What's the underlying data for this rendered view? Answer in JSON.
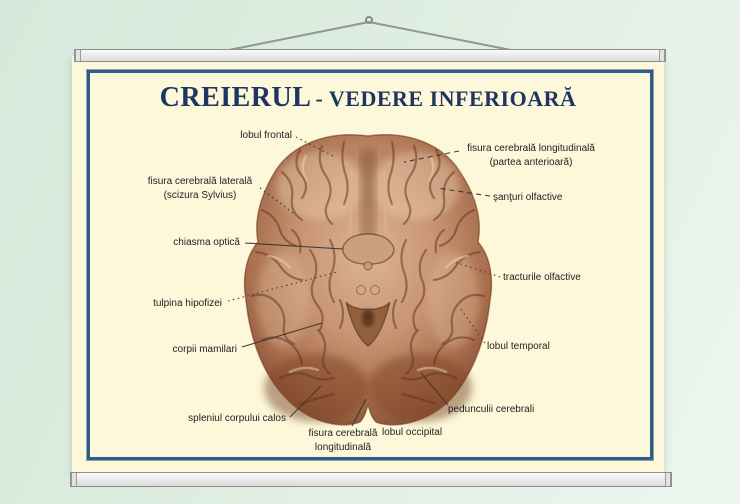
{
  "poster": {
    "title_main": "CREIERUL",
    "title_sub": "- VEDERE INFERIOARĂ"
  },
  "labels": {
    "lobul_frontal": {
      "line1": "lobul frontal"
    },
    "fisura_laterala": {
      "line1": "fisura cerebrală laterală",
      "line2": "(scizura Sylvius)"
    },
    "chiasma_optica": {
      "line1": "chiasma optică"
    },
    "tulpina_hipofizei": {
      "line1": "tulpina hipofizei"
    },
    "corpii_mamilari": {
      "line1": "corpii mamilari"
    },
    "spleniul_corpului_calos": {
      "line1": "spleniul corpului calos"
    },
    "fisura_longitudinala_jos": {
      "line1": "fisura cerebrală",
      "line2": "longitudinală"
    },
    "lobul_occipital": {
      "line1": "lobul occipital"
    },
    "pedunculii_cerebrali": {
      "line1": "pedunculii cerebrali"
    },
    "fisura_longitudinala_anterioara": {
      "line1": "fisura cerebrală longitudinală",
      "line2": "(partea anterioară)"
    },
    "santuri_olfactive": {
      "line1": "şanţuri olfactive"
    },
    "tracturile_olfactive": {
      "line1": "tracturile olfactive"
    },
    "lobul_temporal": {
      "line1": "lobul temporal"
    }
  },
  "colors": {
    "wall": "#dcecdf",
    "poster_background": "#fdf8da",
    "frame_blue": "#2d5e8b",
    "title_navy": "#1d3560",
    "label_text": "#1f1f1f",
    "rail_gray": "#ededed",
    "brain_mid": "#c08a68",
    "brain_dark": "#7c4527",
    "brain_light": "#e9cba9"
  }
}
